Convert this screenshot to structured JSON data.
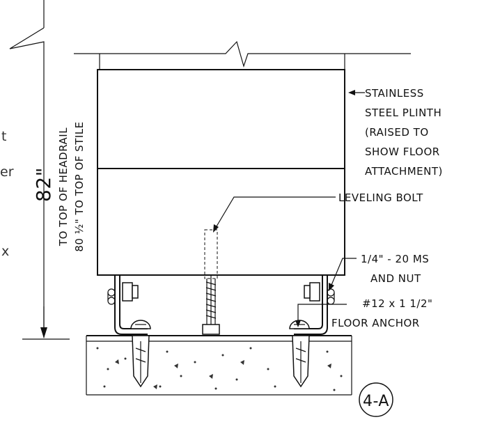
{
  "drawing": {
    "dimension_height": "82\"",
    "dim_line_1": "TO TOP OF HEADRAIL",
    "dim_line_2": "80 ½\" TO TOP OF STILE",
    "callout_plinth": [
      "STAINLESS",
      "STEEL PLINTH",
      "(RAISED TO",
      "SHOW FLOOR",
      "ATTACHMENT)"
    ],
    "callout_bolt": "LEVELING BOLT",
    "callout_ms": [
      "1/4\" - 20 MS",
      "AND NUT"
    ],
    "callout_anchor": [
      "#12 x 1 1/2\"",
      "FLOOR ANCHOR"
    ],
    "detail_tag": "4-A",
    "cut_off_text": [
      "t",
      "er",
      "x"
    ]
  }
}
